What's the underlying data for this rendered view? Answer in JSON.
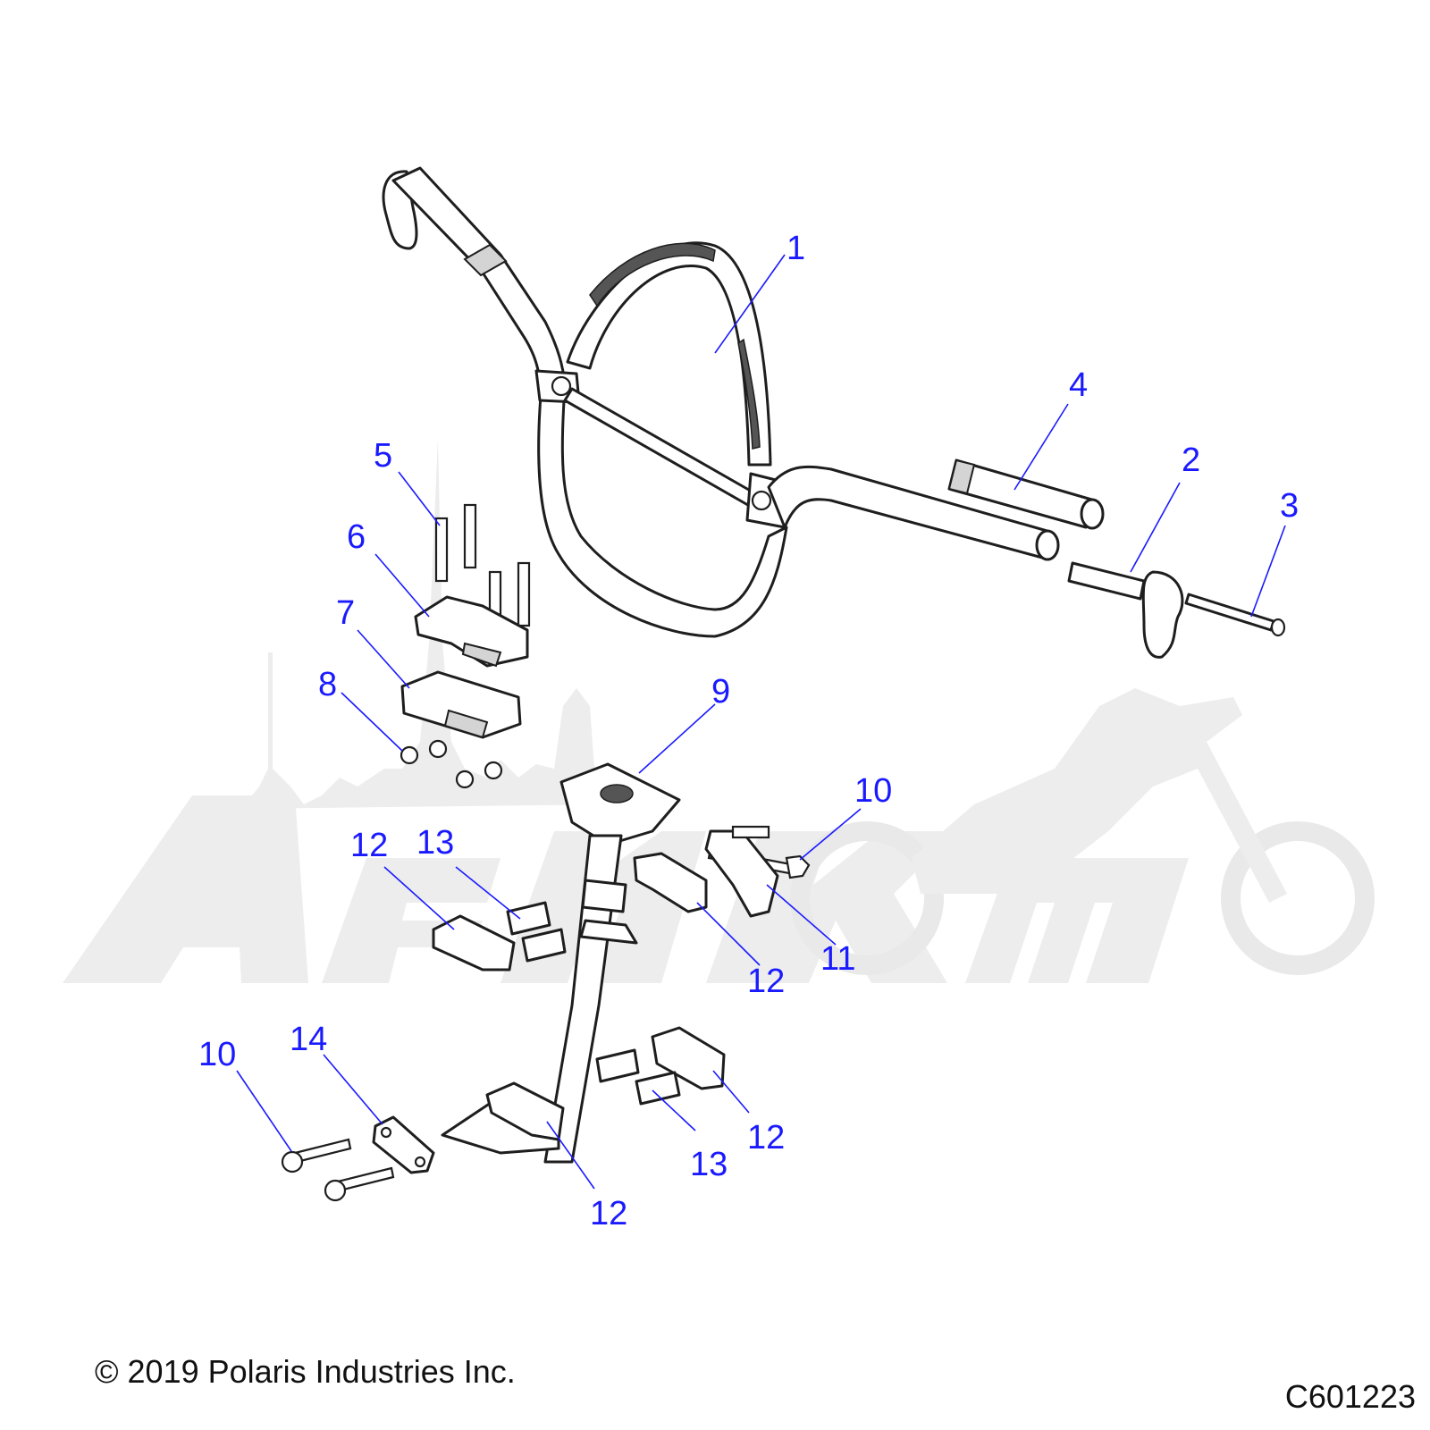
{
  "diagram": {
    "callouts": [
      {
        "id": "c1",
        "label": "1"
      },
      {
        "id": "c2",
        "label": "2"
      },
      {
        "id": "c3",
        "label": "3"
      },
      {
        "id": "c4",
        "label": "4"
      },
      {
        "id": "c5",
        "label": "5"
      },
      {
        "id": "c6",
        "label": "6"
      },
      {
        "id": "c7",
        "label": "7"
      },
      {
        "id": "c8",
        "label": "8"
      },
      {
        "id": "c9",
        "label": "9"
      },
      {
        "id": "c10a",
        "label": "10"
      },
      {
        "id": "c11",
        "label": "11"
      },
      {
        "id": "c12a",
        "label": "12"
      },
      {
        "id": "c13a",
        "label": "13"
      },
      {
        "id": "c12b",
        "label": "12"
      },
      {
        "id": "c10b",
        "label": "10"
      },
      {
        "id": "c14",
        "label": "14"
      },
      {
        "id": "c12c",
        "label": "12"
      },
      {
        "id": "c13b",
        "label": "13"
      },
      {
        "id": "c12d",
        "label": "12"
      }
    ],
    "callout_color": "#1a1aff",
    "line_color": "#1e1e1e"
  },
  "footer": {
    "copyright": "© 2019 Polaris Industries Inc.",
    "drawing_id": "C601223"
  }
}
